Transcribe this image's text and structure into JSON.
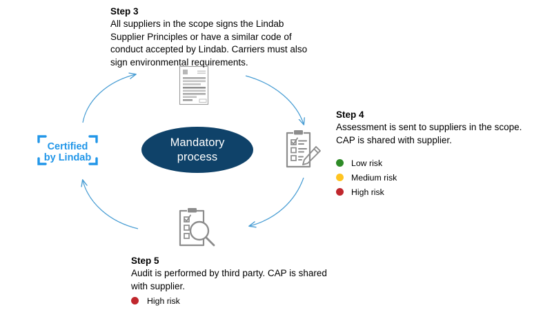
{
  "diagram": {
    "center": {
      "line1": "Mandatory",
      "line2": "process",
      "fill": "#0f4269",
      "text_color": "#ffffff"
    },
    "badge": {
      "line1": "Certified",
      "line2": "by Lindab",
      "color": "#2196e8"
    },
    "arrow_color": "#4a9ed4",
    "icons": [
      {
        "name": "document-icon",
        "step": "Step 3",
        "color": "#8c8c8c"
      },
      {
        "name": "clipboard-checklist-pencil-icon",
        "step": "Step 4",
        "color": "#8c8c8c"
      },
      {
        "name": "clipboard-magnifier-audit-icon",
        "step": "Step 5",
        "color": "#8c8c8c"
      }
    ]
  },
  "steps": {
    "step3": {
      "heading": "Step 3",
      "body": "All suppliers in the scope signs the Lindab Supplier Principles or have a similar code of conduct accepted by Lindab. Carriers must also sign environmental requirements."
    },
    "step4": {
      "heading": "Step 4",
      "body": "Assessment is sent to suppliers in the scope. CAP is shared with supplier.",
      "legend": [
        {
          "label": "Low risk",
          "color": "#2e8b27"
        },
        {
          "label": "Medium risk",
          "color": "#ffc421"
        },
        {
          "label": "High risk",
          "color": "#c0272d"
        }
      ]
    },
    "step5": {
      "heading": "Step 5",
      "body": "Audit is performed by third party. CAP is shared with supplier.",
      "legend": [
        {
          "label": "High risk",
          "color": "#c0272d"
        }
      ]
    }
  }
}
